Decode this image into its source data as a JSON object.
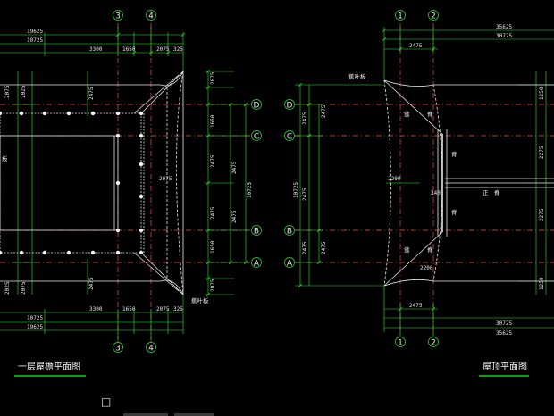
{
  "left_plan": {
    "title": "一层屋檐平面图",
    "grid_top": [
      "3",
      "4"
    ],
    "grid_bottom": [
      "3",
      "4"
    ],
    "grid_right": [
      "D",
      "C",
      "B",
      "A"
    ],
    "dims_top_row1": [
      "19625"
    ],
    "dims_top_row2": [
      "10725"
    ],
    "dims_top_row3": [
      "3300",
      "1650",
      "2075",
      "325"
    ],
    "dims_bottom_row1": [
      "19625"
    ],
    "dims_bottom_row2": [
      "10725"
    ],
    "dims_bottom_row3": [
      "3300",
      "1650",
      "2075",
      "325"
    ],
    "dims_right_col1": [
      "2075",
      "1650",
      "2475",
      "2475",
      "1650",
      "2075"
    ],
    "dims_right_col2": [
      "2475",
      "2475"
    ],
    "dims_right_col3": [
      "10725"
    ],
    "dims_left": [
      "2075",
      "2025",
      "2025",
      "2075"
    ],
    "inner_dims": [
      "2475",
      "2475",
      "2075"
    ],
    "label_gutter": "蕉叶板",
    "label_left": "板"
  },
  "right_plan": {
    "title": "屋顶平面图",
    "grid_top": [
      "1",
      "2"
    ],
    "grid_bottom": [
      "1",
      "2"
    ],
    "grid_left": [
      "D",
      "C",
      "B",
      "A"
    ],
    "dims_top_row1": [
      "35625"
    ],
    "dims_top_row2": [
      "30725"
    ],
    "dims_top_row3": [
      "2475"
    ],
    "dims_bottom_row1": [
      "35625"
    ],
    "dims_bottom_row2": [
      "30725"
    ],
    "dims_bottom_row3": [
      "2475"
    ],
    "dims_left_col1": [
      "2475",
      "2475",
      "2475"
    ],
    "dims_left_col2": [
      "10725"
    ],
    "dims_left_col3": [
      "2475",
      "2475"
    ],
    "dims_right": [
      "1250",
      "2275",
      "2275",
      "1250"
    ],
    "roof_labels": [
      "戗",
      "脊",
      "戗",
      "脊",
      "脊",
      "脊"
    ],
    "main_ridge": "正　脊",
    "dim_mid": [
      "2200",
      "2200",
      "340"
    ],
    "label_gutter": "蕉叶板"
  },
  "status": {
    "box": "□"
  },
  "colors": {
    "background": "#000000",
    "line": "#e8e8e8",
    "dimension": "#2ee82e",
    "grid_axis": "#ff4d4d",
    "column": "#f0f0f0",
    "title_underline": "#18d018"
  }
}
